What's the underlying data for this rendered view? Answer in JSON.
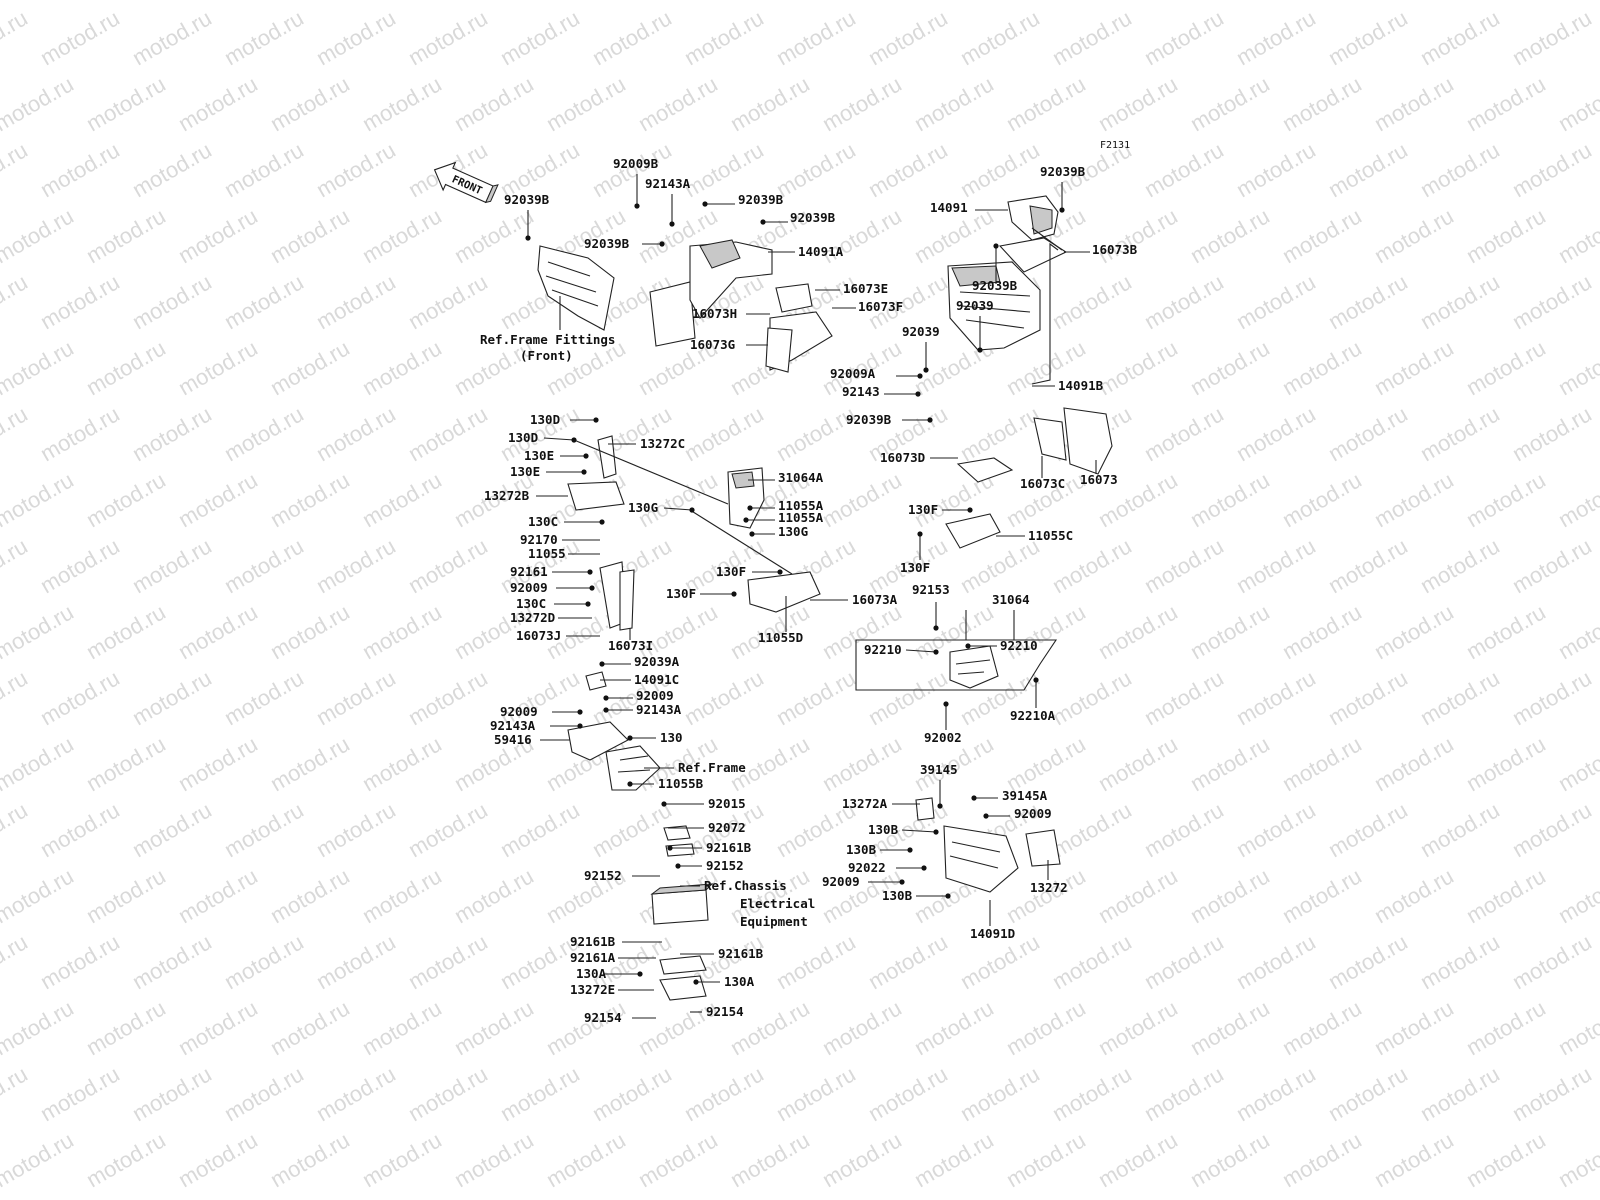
{
  "diagram_code": "F2131",
  "watermark": "motod.ru",
  "front_label": "FRONT",
  "labels": {
    "l92009B_a": "92009B",
    "l92143A_a": "92143A",
    "l92039B_a": "92039B",
    "l92039B_b": "92039B",
    "l92039B_c": "92039B",
    "l92039B_d": "92039B",
    "l14091A": "14091A",
    "l16073E": "16073E",
    "l16073F": "16073F",
    "l16073H": "16073H",
    "l16073G": "16073G",
    "lRefFrameFittings": "Ref.Frame Fittings",
    "lFront": "(Front)",
    "l92039B_e": "92039B",
    "l14091": "14091",
    "l16073B": "16073B",
    "l92039B_f": "92039B",
    "l92039_a": "92039",
    "l92039_b": "92039",
    "l92009A_a": "92009A",
    "l92143_a": "92143",
    "l14091B": "14091B",
    "l92039B_g": "92039B",
    "l16073D": "16073D",
    "l16073C": "16073C",
    "l16073": "16073",
    "l130D_a": "130D",
    "l130D_b": "130D",
    "l13272C": "13272C",
    "l130E_a": "130E",
    "l130E_b": "130E",
    "l13272B": "13272B",
    "l31064A": "31064A",
    "l130G_a": "130G",
    "l11055A_a": "11055A",
    "l11055A_b": "11055A",
    "l130G_b": "130G",
    "l130C_a": "130C",
    "l92170": "92170",
    "l11055": "11055",
    "l92161": "92161",
    "l92009_a": "92009",
    "l130C_b": "130C",
    "l13272D": "13272D",
    "l16073J": "16073J",
    "l16073I": "16073I",
    "l130F_a": "130F",
    "l130F_b": "130F",
    "l16073A": "16073A",
    "l11055D": "11055D",
    "l130F_c": "130F",
    "l11055C": "11055C",
    "l130F_d": "130F",
    "l92153": "92153",
    "l31064": "31064",
    "l92210_a": "92210",
    "l92210_b": "92210",
    "l92210A": "92210A",
    "l92002": "92002",
    "l92039A": "92039A",
    "l14091C": "14091C",
    "l92009_b": "92009",
    "l92143A_b": "92143A",
    "l92009_c": "92009",
    "l92143A_c": "92143A",
    "l59416": "59416",
    "l130": "130",
    "lRefFrame": "Ref.Frame",
    "l11055B": "11055B",
    "l92015": "92015",
    "l92072": "92072",
    "l92161B_a": "92161B",
    "l92152_a": "92152",
    "l92152_b": "92152",
    "lRefChassis": "Ref.Chassis",
    "lElectrical": "Electrical",
    "lEquipment": "Equipment",
    "l92161B_b": "92161B",
    "l92161A": "92161A",
    "l92161B_c": "92161B",
    "l130A_a": "130A",
    "l130A_b": "130A",
    "l13272E": "13272E",
    "l92154_a": "92154",
    "l92154_b": "92154",
    "l39145": "39145",
    "l39145A": "39145A",
    "l13272A": "13272A",
    "l92009_d": "92009",
    "l130B_a": "130B",
    "l130B_b": "130B",
    "l92022": "92022",
    "l92009_e": "92009",
    "l130B_c": "130B",
    "l13272": "13272",
    "l14091D": "14091D"
  }
}
